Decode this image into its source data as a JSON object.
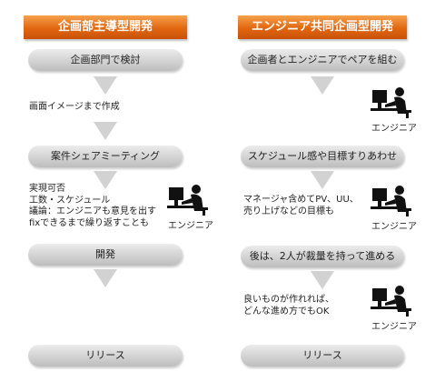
{
  "left": {
    "header": "企画部主導型開発",
    "steps": [
      "企画部門で検討",
      "案件シェアミーティング",
      "開発",
      "リリース"
    ],
    "note1": [
      "画面イメージまで作成"
    ],
    "note2": [
      "実現可否",
      "工数・スケジュール",
      "議論：エンジニアも意見を出す",
      "fixできるまで繰り返すことも"
    ],
    "engineer_label": "エンジニア"
  },
  "right": {
    "header": "エンジニア共同企画型開発",
    "steps": [
      "企画者とエンジニアでペアを組む",
      "スケジュール感や目標すりあわせ",
      "後は、2人が裁量を持って進める",
      "リリース"
    ],
    "note1": [
      "マネージャ含めてPV、UU、",
      "売り上げなどの目標も"
    ],
    "note2": [
      "良いものが作れれば、",
      "どんな進め方でもOK"
    ],
    "engineer_label": "エンジニア"
  },
  "colors": {
    "header": "#e0660f",
    "step": "#d2d2d2",
    "arrow": "#d2d2d2"
  }
}
